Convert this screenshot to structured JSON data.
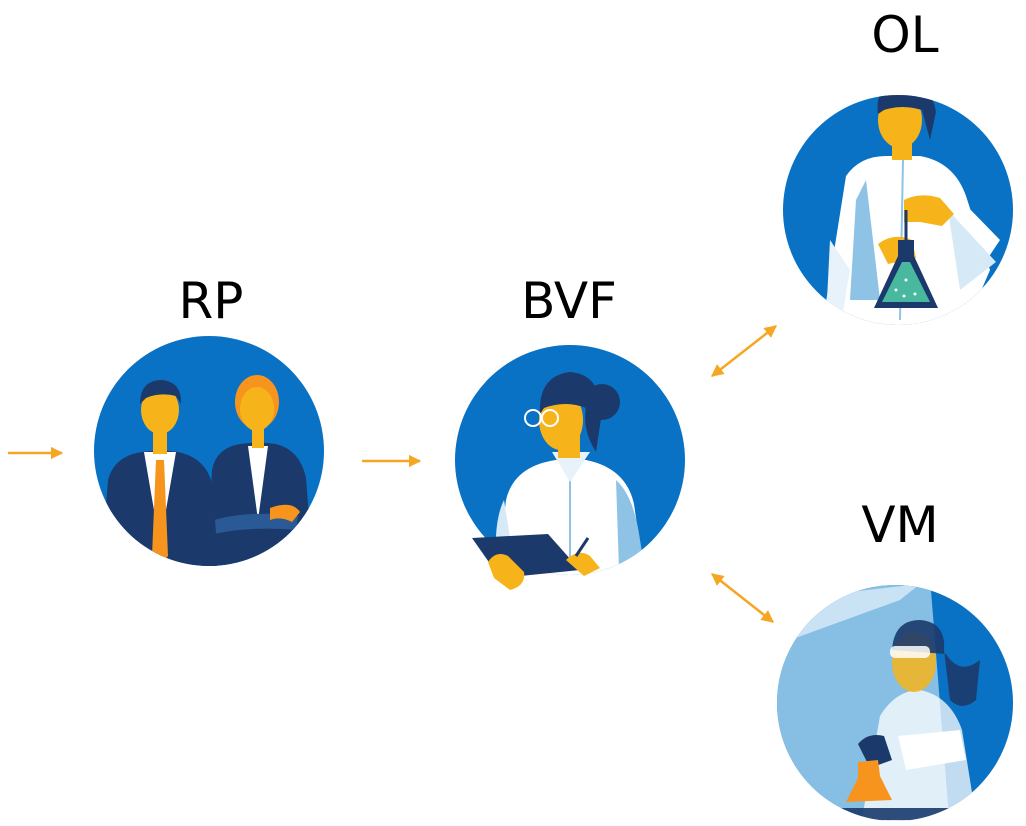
{
  "nodes": {
    "rp": {
      "label": "RP",
      "icon": "business-people-icon"
    },
    "bvf": {
      "label": "BVF",
      "icon": "scientist-with-clipboard-icon"
    },
    "ol": {
      "label": "OL",
      "icon": "scientist-with-flask-icon"
    },
    "vm": {
      "label": "VM",
      "icon": "lab-technician-icon"
    }
  },
  "colors": {
    "circle_blue": "#0a72c4",
    "dark_navy": "#1b3a6b",
    "skin": "#f7b41a",
    "orange": "#f7941d",
    "light_blue": "#8ec3e6",
    "white": "#ffffff",
    "arrow": "#f5a623"
  }
}
